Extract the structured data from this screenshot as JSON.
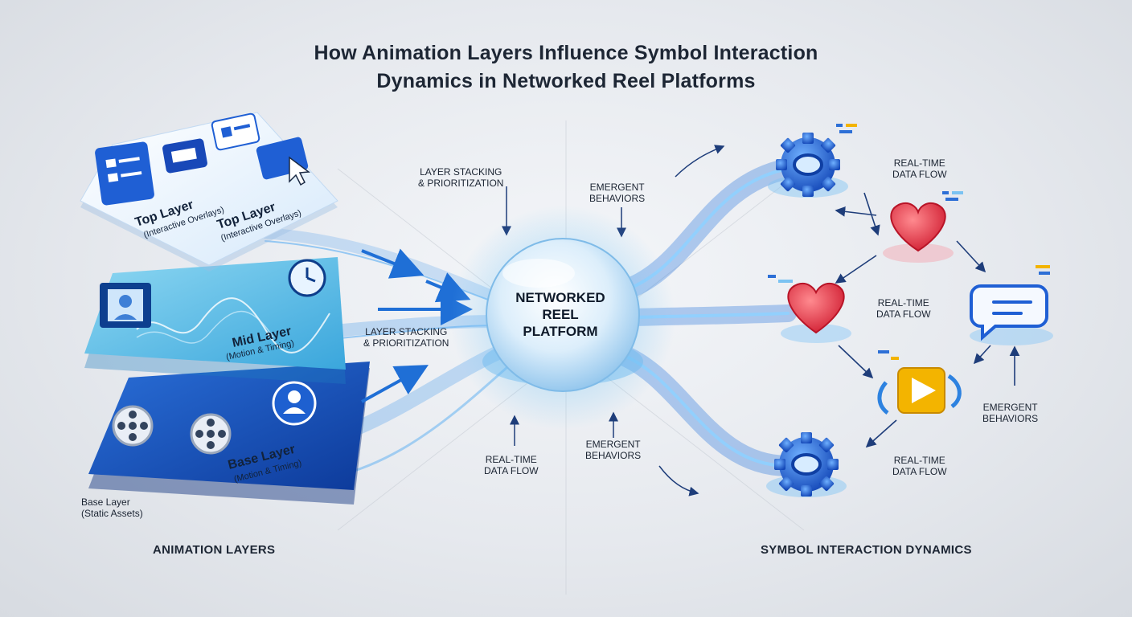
{
  "title": {
    "line1": "How Animation Layers Influence Symbol Interaction",
    "line2": "Dynamics in Networked Reel Platforms"
  },
  "hub": {
    "line1": "NETWORKED",
    "line2": "REEL",
    "line3": "PLATFORM"
  },
  "layers": {
    "top_title_a": "Top Layer",
    "top_sub_a": "(Interactive Overlays)",
    "top_title_b": "Top Layer",
    "top_sub_b": "(Interactive Overlays)",
    "mid_title": "Mid Layer",
    "mid_sub": "(Motion & Timing)",
    "base_title": "Base Layer",
    "base_sub": "(Motion & Timing)",
    "base_outer_title": "Base Layer",
    "base_outer_sub": "(Static Assets)"
  },
  "labels": {
    "stacking_top": [
      "LAYER STACKING",
      "& PRIORITIZATION"
    ],
    "stacking_mid": [
      "LAYER STACKING",
      "& PRIORITIZATION"
    ],
    "emergent_top": [
      "EMERGENT",
      "BEHAVIORS"
    ],
    "realtime_bottom": [
      "REAL-TIME",
      "DATA FLOW"
    ],
    "emergent_bottom": [
      "EMERGENT",
      "BEHAVIORS"
    ],
    "right_realtime_1": [
      "REAL-TIME",
      "DATA FLOW"
    ],
    "right_realtime_2": [
      "REAL-TIME",
      "DATA FLOW"
    ],
    "right_realtime_3": [
      "REAL-TIME",
      "DATA FLOW"
    ],
    "right_emergent": [
      "EMERGENT",
      "BEHAVIORS"
    ]
  },
  "sections": {
    "left": "ANIMATION LAYERS",
    "right": "SYMBOL INTERACTION DYNAMICS"
  },
  "colors": {
    "accent_blue": "#1f6fd6",
    "deep_blue": "#0d3fa6",
    "light_blue": "#6cc4ec",
    "heart_red": "#e23a4a",
    "play_yellow": "#f3b400"
  },
  "icons": [
    "gear-icon",
    "heart-icon",
    "chat-bubble-icon",
    "play-icon",
    "film-reel-icon",
    "clock-icon",
    "user-icon",
    "cursor-icon",
    "film-strip-icon"
  ]
}
